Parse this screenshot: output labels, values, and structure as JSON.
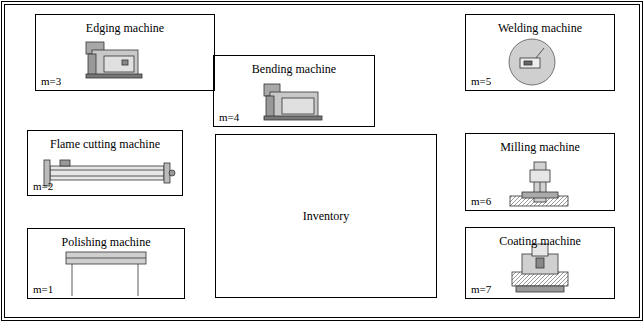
{
  "diagram": {
    "nodes": [
      {
        "text": [
          "Edging machine",
          "m=3"
        ]
      },
      {
        "text": [
          "Welding machine",
          "m=5"
        ]
      },
      {
        "text": [
          "Bending machine",
          "m=4"
        ]
      },
      {
        "text": [
          "Flame cutting machine",
          "m=2"
        ]
      },
      {
        "text": [
          "Inventory"
        ]
      },
      {
        "text": [
          "Milling machine",
          "m=6"
        ]
      },
      {
        "text": [
          "Polishing machine",
          "m=1"
        ]
      },
      {
        "text": [
          "Coating machine",
          "m=7"
        ]
      }
    ]
  }
}
